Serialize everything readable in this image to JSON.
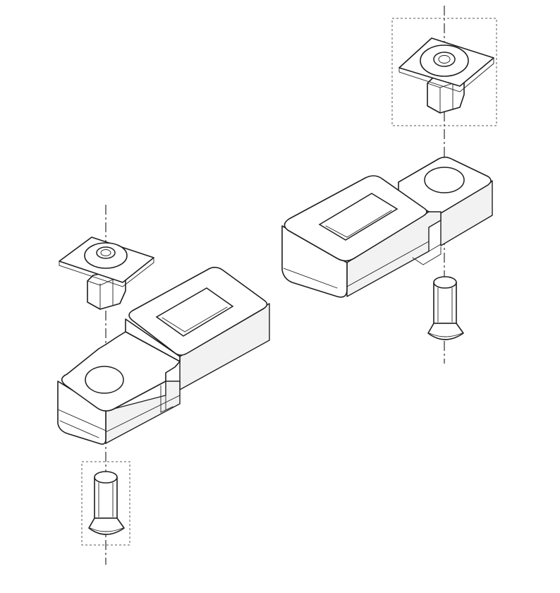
{
  "figure": {
    "description_labels": [],
    "parts": [
      {
        "id": "bracket-left",
        "kind": "bracket"
      },
      {
        "id": "bracket-right",
        "kind": "bracket"
      },
      {
        "id": "nut-left",
        "kind": "square-flange-nut"
      },
      {
        "id": "nut-right",
        "kind": "square-flange-nut",
        "highlighted": true
      },
      {
        "id": "screw-left",
        "kind": "countersunk-screw",
        "highlighted": true
      },
      {
        "id": "screw-right",
        "kind": "countersunk-screw"
      }
    ],
    "colors": {
      "line": "#1e1e1e",
      "background": "#ffffff",
      "highlight_box": "#555555"
    }
  }
}
